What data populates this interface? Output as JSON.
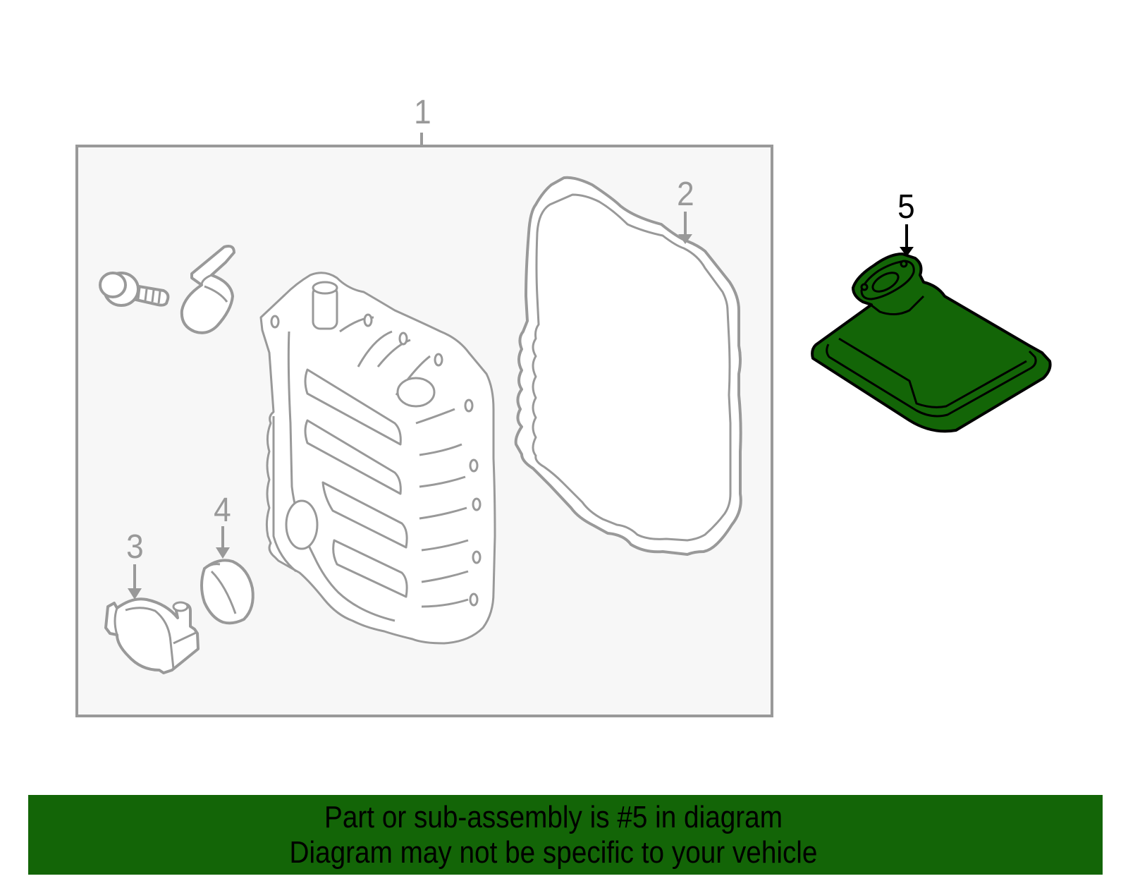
{
  "diagram": {
    "callouts": [
      {
        "number": "1",
        "part": "assembly-frame"
      },
      {
        "number": "2",
        "part": "gasket"
      },
      {
        "number": "3",
        "part": "clip-bracket"
      },
      {
        "number": "4",
        "part": "seal-ring"
      },
      {
        "number": "5",
        "part": "transmission-filter",
        "highlighted": true
      }
    ],
    "colors": {
      "highlight_fill": "#136507",
      "line_gray": "#999999",
      "panel_bg": "#f7f7f7",
      "highlight_stroke": "#000000"
    }
  },
  "banner": {
    "line1": "Part or sub-assembly is #5 in diagram",
    "line2": "Diagram may not be specific to your vehicle",
    "background": "#136507"
  }
}
